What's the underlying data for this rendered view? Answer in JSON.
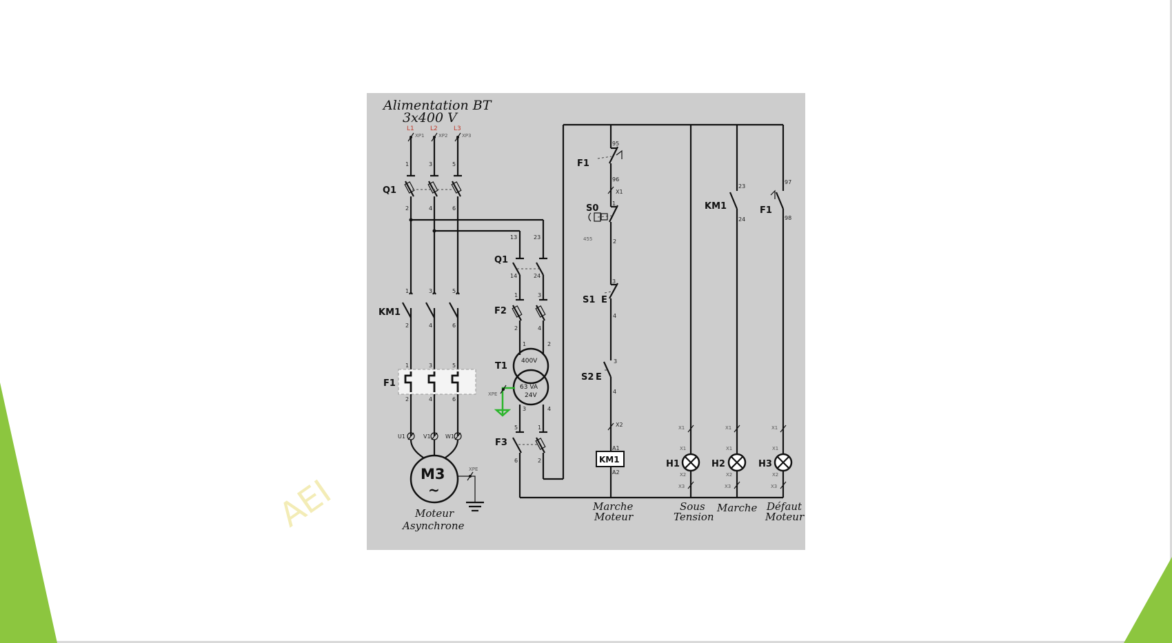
{
  "title": {
    "line1": "Alimentation BT",
    "line2": "3x400 V"
  },
  "phases": [
    "L1",
    "L2",
    "L3"
  ],
  "phase_terminals": [
    "XP1",
    "XP2",
    "XP3"
  ],
  "components": {
    "q1": "Q1",
    "km1": "KM1",
    "f1": "F1",
    "f2": "F2",
    "f3": "F3",
    "t1": "T1",
    "s0": "S0",
    "s1": "S1",
    "s2": "S2",
    "h1": "H1",
    "h2": "H2",
    "h3": "H3",
    "e": "E"
  },
  "motor": {
    "label": "M3",
    "symbol": "~",
    "caption_line1": "Moteur",
    "caption_line2": "Asynchrone",
    "terminals": [
      "U1",
      "V1",
      "W1"
    ],
    "earth_terminal": "XPE"
  },
  "transformer": {
    "primary": "400V",
    "power": "63 VA",
    "secondary": "24V",
    "earth_terminal": "XPE"
  },
  "s0_code": "455",
  "pin_numbers": {
    "q1_top": [
      "1",
      "3",
      "5"
    ],
    "q1_bottom": [
      "2",
      "4",
      "6"
    ],
    "km1_top": [
      "1",
      "3",
      "5"
    ],
    "km1_bottom": [
      "2",
      "4",
      "6"
    ],
    "f1_top": [
      "1",
      "3",
      "5"
    ],
    "f1_bottom": [
      "2",
      "4",
      "6"
    ],
    "q1_aux_top": [
      "13",
      "23"
    ],
    "q1_aux_bottom": [
      "14",
      "24"
    ],
    "f2_top": [
      "1",
      "3"
    ],
    "f2_bottom": [
      "2",
      "4"
    ],
    "t1_primary": [
      "1",
      "2"
    ],
    "t1_secondary": [
      "3",
      "4"
    ],
    "f3_top": [
      "5",
      "1"
    ],
    "f3_bottom": [
      "6",
      "2"
    ],
    "f1_nc": [
      "95",
      "96"
    ],
    "f1_no": [
      "97",
      "98"
    ],
    "km1_no": [
      "23",
      "24"
    ],
    "s0": [
      "1",
      "2"
    ],
    "s1": [
      "3",
      "4"
    ],
    "s2": [
      "3",
      "4"
    ],
    "coil": [
      "A1",
      "A2"
    ],
    "lamp": [
      "X1",
      "X2"
    ]
  },
  "terminals": {
    "x1": "X1",
    "x2": "X2",
    "x3": "X3"
  },
  "captions": {
    "marche_moteur_1": "Marche",
    "marche_moteur_2": "Moteur",
    "sous_tension_1": "Sous",
    "sous_tension_2": "Tension",
    "marche": "Marche",
    "defaut_moteur_1": "Défaut",
    "defaut_moteur_2": "Moteur"
  },
  "watermark": "AEI",
  "colors": {
    "panel": "#cdcdcd",
    "accent_green": "#8cc63f",
    "earth_green": "#2bb52b",
    "phase_red": "#c0392b"
  }
}
